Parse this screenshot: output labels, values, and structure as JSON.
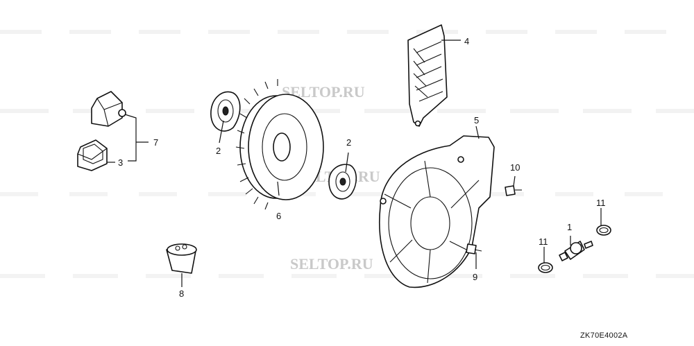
{
  "watermarks": [
    "SELTOP.RU",
    "SELTOP.RU",
    "SELTOP.RU"
  ],
  "diagram_code": "ZK70E4002A",
  "callouts": {
    "p1": "1",
    "p2a": "2",
    "p2b": "2",
    "p3": "3",
    "p4": "4",
    "p5": "5",
    "p6": "6",
    "p7": "7",
    "p8": "8",
    "p9": "9",
    "p10": "10",
    "p11a": "11",
    "p11b": "11"
  }
}
